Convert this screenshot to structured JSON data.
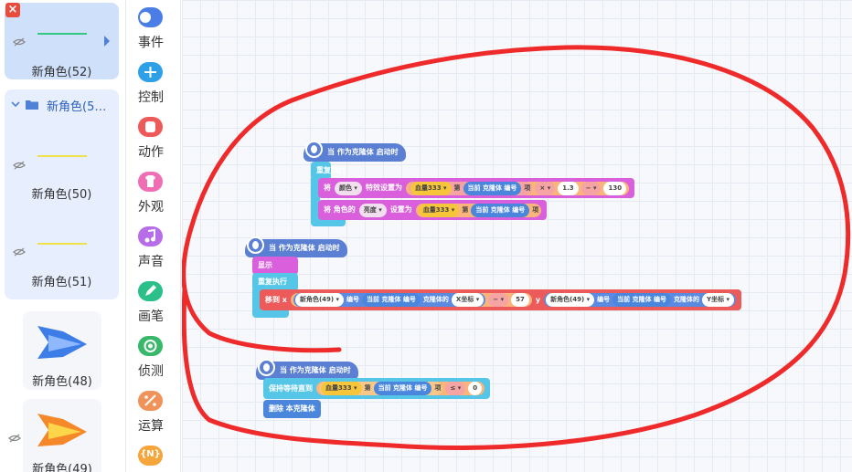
{
  "sprites": {
    "close_label": "×",
    "items": [
      {
        "name": "新角色(52)",
        "line_color": "#33c983"
      },
      {
        "name": "新角色(5…",
        "is_folder": true
      },
      {
        "name": "新角色(50)",
        "line_color": "#f0e04a"
      },
      {
        "name": "新角色(51)",
        "line_color": "#f0e04a"
      },
      {
        "name": "新角色(48)"
      },
      {
        "name": "新角色(49)"
      }
    ]
  },
  "categories": [
    {
      "label": "事件",
      "color": "#4a7ee6"
    },
    {
      "label": "控制",
      "color": "#2ea0e8"
    },
    {
      "label": "动作",
      "color": "#ee5a5a"
    },
    {
      "label": "外观",
      "color": "#f06fb4"
    },
    {
      "label": "声音",
      "color": "#b86de8"
    },
    {
      "label": "画笔",
      "color": "#2bbf8a"
    },
    {
      "label": "侦测",
      "color": "#37b86b"
    },
    {
      "label": "运算",
      "color": "#f0935a"
    },
    {
      "label": "{N}",
      "color": "#f6a53a"
    }
  ],
  "script1": {
    "hat": "当 作为克隆体 启动时",
    "repeat": "重复执行",
    "set_effect": {
      "prefix": "将",
      "effect": "颜色",
      "mid": "特效设置为",
      "var": "血量333",
      "nth": "第",
      "clone_id": "当前 克隆体 编号",
      "item": "项",
      "op": "×",
      "num1": "1.3",
      "minus": "−",
      "num2": "130"
    },
    "set_prop": {
      "prefix": "将 角色的",
      "prop": "亮度",
      "mid": "设置为",
      "var": "血量333",
      "nth": "第",
      "clone_id": "当前 克隆体 编号",
      "item": "项"
    }
  },
  "script2": {
    "hat": "当 作为克隆体 启动时",
    "show": "显示",
    "repeat": "重复执行",
    "move": {
      "prefix": "移到 x",
      "sprite1": "新角色(49)",
      "num_label1": "编号",
      "clone_id1": "当前 克隆体 编号",
      "prop_label1": "克隆体的",
      "coord1": "X坐标",
      "minus": "−",
      "offset": "57",
      "y_label": "y",
      "sprite2": "新角色(49)",
      "num_label2": "编号",
      "clone_id2": "当前 克隆体 编号",
      "prop_label2": "克隆体的",
      "coord2": "Y坐标"
    }
  },
  "script3": {
    "hat": "当 作为克隆体 启动时",
    "wait": {
      "prefix": "保持等待直到",
      "var": "血量333",
      "nth": "第",
      "clone_id": "当前 克隆体 编号",
      "item": "项",
      "op": "≤",
      "num": "0"
    },
    "delete": "删除 本克隆体"
  },
  "colors": {
    "annotation": "#ee2a2a",
    "selected_card": "#cfe0fb",
    "accent": "#4f82d6"
  }
}
